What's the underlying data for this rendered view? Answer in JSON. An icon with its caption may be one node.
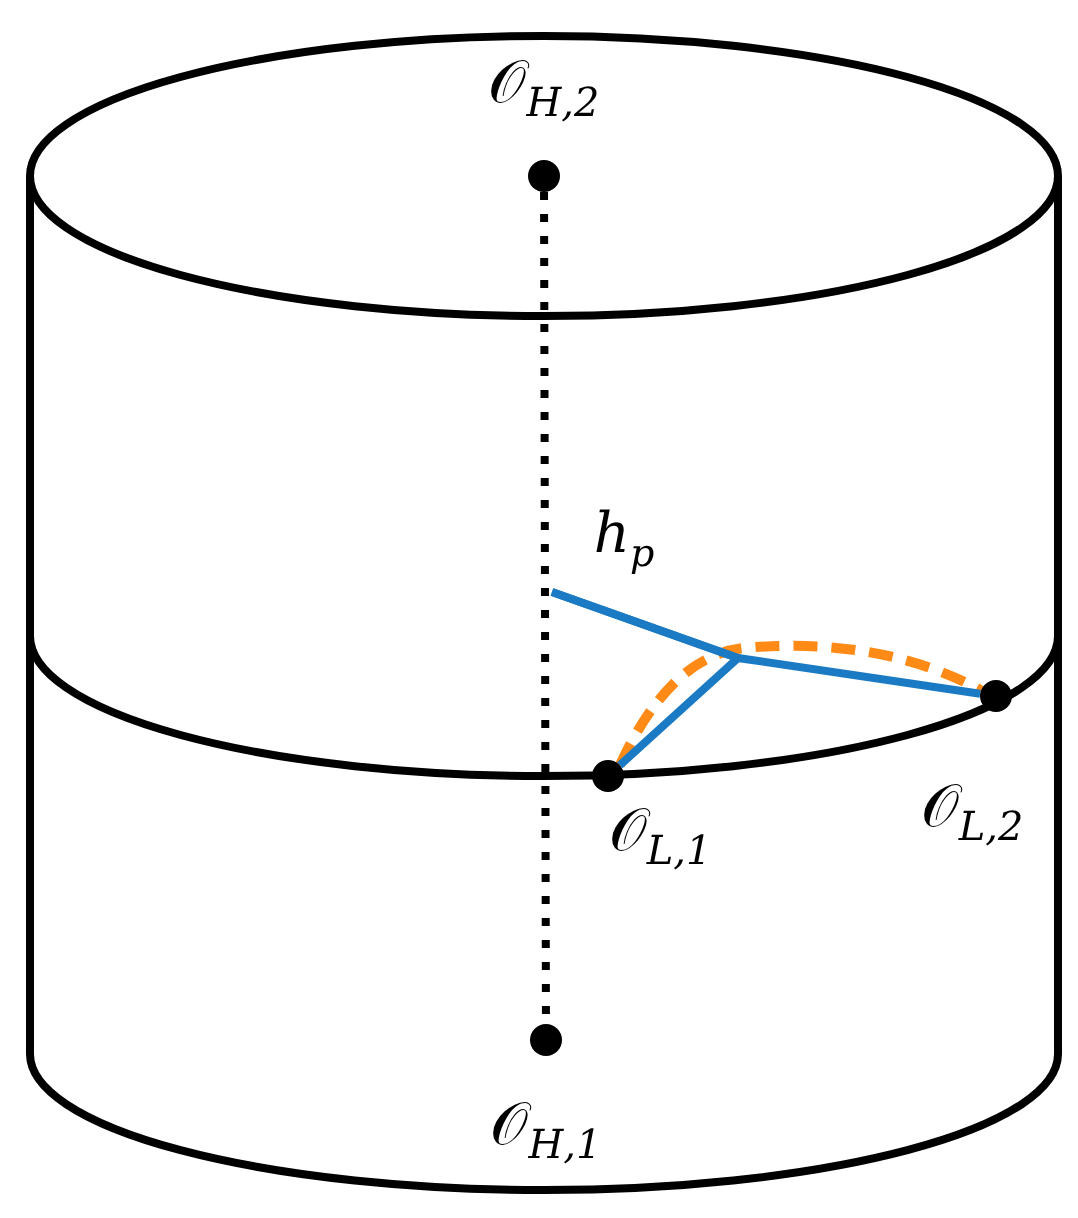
{
  "diagram": {
    "nodes": [
      {
        "text": [
          "𝒪$_{H,2}$"
        ]
      },
      {
        "text": [
          "𝒪$_{H,1}$"
        ]
      },
      {
        "text": [
          "𝒪$_{L,1}$"
        ]
      },
      {
        "text": [
          "𝒪$_{L,2}$"
        ]
      }
    ],
    "edges": [
      {
        "from": 0,
        "to": 1,
        "arrow": "none",
        "style": "dashed",
        "color": "#000000"
      },
      {
        "from": null,
        "to": 2,
        "arrow": "none"
      },
      {
        "from": null,
        "to": 3,
        "arrow": "none"
      },
      {
        "from": 2,
        "to": 3,
        "arrow": "none",
        "style": "dashed",
        "color": "#ff8a16"
      }
    ],
    "labels": [
      "h$_{p}$"
    ]
  }
}
